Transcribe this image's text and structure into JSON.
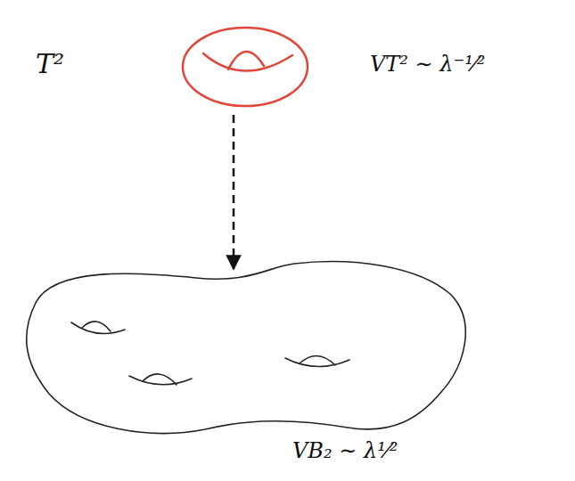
{
  "diagram": {
    "nodes": [
      {
        "text": [
          "T²",
          "VT² ∼ λ⁻¹⁄²"
        ]
      },
      {
        "text": [
          "VB₂ ∼ λ¹⁄²"
        ]
      }
    ],
    "edges": [
      {
        "from": 0,
        "to": 1,
        "arrow": "to"
      }
    ]
  }
}
